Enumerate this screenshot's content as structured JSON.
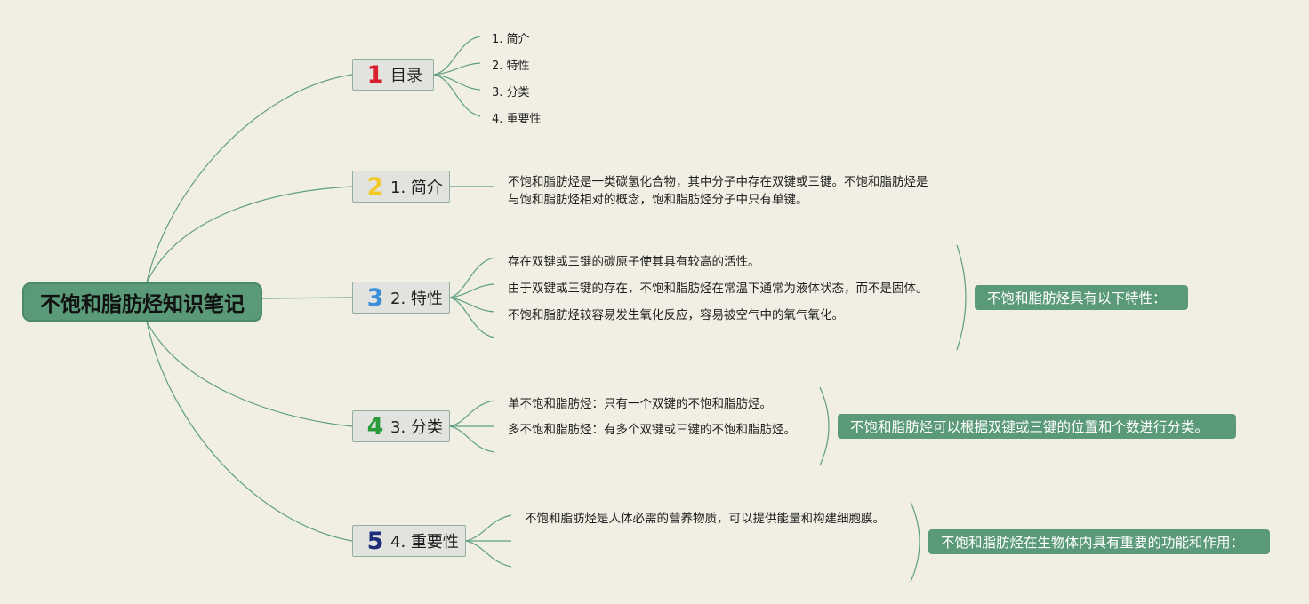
{
  "central": {
    "title": "不饱和脂肪烃知识笔记"
  },
  "branches": [
    {
      "badge": "1",
      "badge_color": "#d9202e",
      "label": "目录"
    },
    {
      "badge": "2",
      "badge_color": "#f3c928",
      "label": "1. 简介"
    },
    {
      "badge": "3",
      "badge_color": "#3a8fd8",
      "label": "2. 特性"
    },
    {
      "badge": "4",
      "badge_color": "#2a9a3a",
      "label": "3. 分类"
    },
    {
      "badge": "5",
      "badge_color": "#1f2d7a",
      "label": "4. 重要性"
    }
  ],
  "toc": [
    "1. 简介",
    "2. 特性",
    "3. 分类",
    "4. 重要性"
  ],
  "intro": {
    "line1": "不饱和脂肪烃是一类碳氢化合物，其中分子中存在双键或三键。不饱和脂肪烃是",
    "line2": "与饱和脂肪烃相对的概念，饱和脂肪烃分子中只有单键。"
  },
  "properties": {
    "items": [
      "存在双键或三键的碳原子使其具有较高的活性。",
      "由于双键或三键的存在，不饱和脂肪烃在常温下通常为液体状态，而不是固体。",
      "不饱和脂肪烃较容易发生氧化反应，容易被空气中的氧气氧化。"
    ],
    "summary": "不饱和脂肪烃具有以下特性："
  },
  "classification": {
    "items": [
      "单不饱和脂肪烃：只有一个双键的不饱和脂肪烃。",
      "多不饱和脂肪烃：有多个双键或三键的不饱和脂肪烃。"
    ],
    "summary": "不饱和脂肪烃可以根据双键或三键的位置和个数进行分类。"
  },
  "importance": {
    "items": [
      "不饱和脂肪烃是人体必需的营养物质，可以提供能量和构建细胞膜。"
    ],
    "summary": "不饱和脂肪烃在生物体内具有重要的功能和作用："
  }
}
